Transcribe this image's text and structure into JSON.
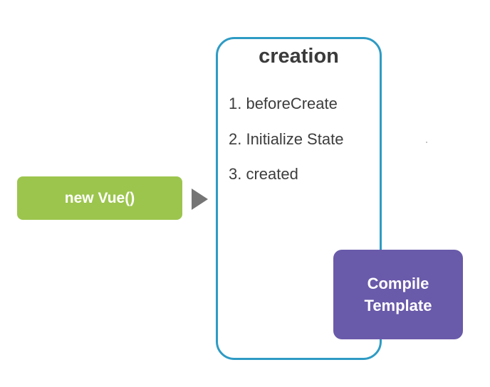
{
  "colors": {
    "new_vue_fill": "#9cc54d",
    "creation_border": "#2e9bc4",
    "compile_fill": "#6a5aaa",
    "arrow": "#757575",
    "text_dark": "#3b3b3b"
  },
  "new_vue": {
    "label": "new Vue()"
  },
  "creation": {
    "title": "creation",
    "steps": [
      "1. beforeCreate",
      "2. Initialize State",
      "3. created"
    ]
  },
  "compile": {
    "label": "Compile Template"
  }
}
